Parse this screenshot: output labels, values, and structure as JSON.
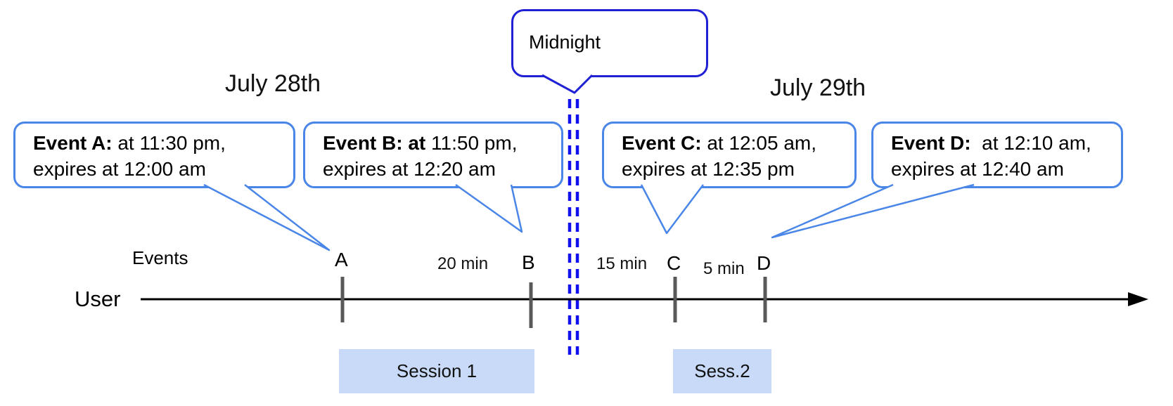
{
  "colors": {
    "callout-border": "#4a86e8",
    "midnight-border": "#2020d4",
    "dash-blue": "#1111ee",
    "session-fill": "#c9daf8",
    "tick-gray": "#595959",
    "axis-black": "#000000"
  },
  "header": {
    "left_date": "July 28th",
    "right_date": "July 29th"
  },
  "midnight": {
    "label": "Midnight"
  },
  "events": [
    {
      "bold": "Event A:",
      "line1_rest": " at 11:30 pm,",
      "line2": "expires at 12:00 am"
    },
    {
      "bold": "Event B: at",
      "line1_rest": " 11:50 pm,",
      "line2": "expires at 12:20 am"
    },
    {
      "bold": "Event C:",
      "line1_rest": " at 12:05 am,",
      "line2": "expires at 12:35 pm"
    },
    {
      "bold": "Event D:",
      "line1_rest": "  at 12:10 am,",
      "line2": "expires at 12:40 am"
    }
  ],
  "timeline": {
    "events_label": "Events",
    "user_label": "User",
    "ticks": [
      "A",
      "B",
      "C",
      "D"
    ],
    "intervals": [
      "20 min",
      "15 min",
      "5 min"
    ]
  },
  "sessions": [
    {
      "label": "Session 1"
    },
    {
      "label": "Sess.2"
    }
  ]
}
